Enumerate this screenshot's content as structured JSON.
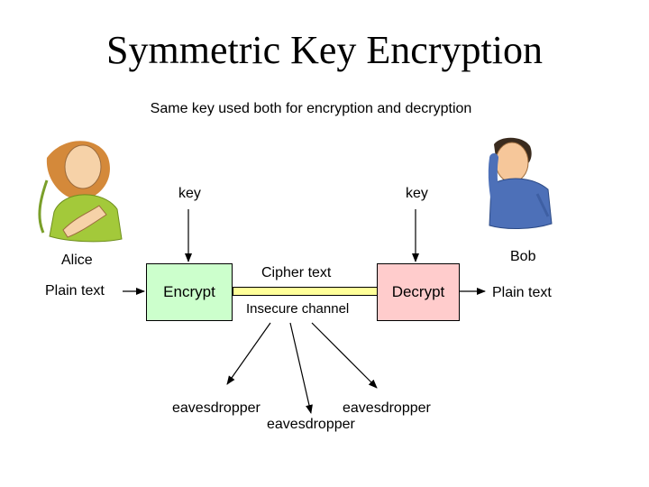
{
  "title": "Symmetric Key Encryption",
  "subtitle": "Same key used both for encryption and decryption",
  "left_party": {
    "name": "Alice",
    "input_label": "Plain text",
    "key_label": "key"
  },
  "right_party": {
    "name": "Bob",
    "output_label": "Plain text",
    "key_label": "key"
  },
  "encrypt_label": "Encrypt",
  "decrypt_label": "Decrypt",
  "cipher_label": "Cipher text",
  "channel_label": "Insecure channel",
  "eavesdroppers": [
    "eavesdropper",
    "eavesdropper",
    "eavesdropper"
  ]
}
